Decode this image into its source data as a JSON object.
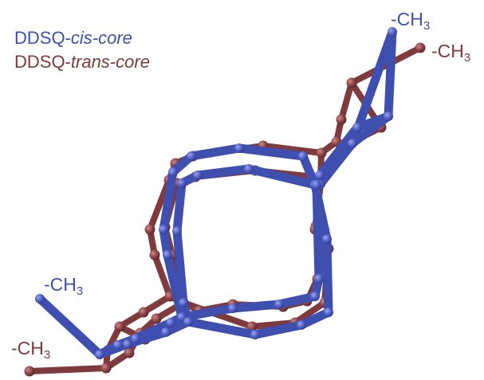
{
  "legend": {
    "cis_prefix": "DDSQ-",
    "cis_suffix": "cis-core",
    "trans_prefix": "DDSQ-",
    "trans_suffix": "trans-core"
  },
  "labels": {
    "methyl_prefix": "-CH",
    "methyl_subscript": "3"
  },
  "colors": {
    "cis": "#3f4fb0",
    "cis_node": "#5564c8",
    "trans": "#7e3a3d",
    "trans_node": "#8e4447",
    "background": "#ffffff"
  }
}
